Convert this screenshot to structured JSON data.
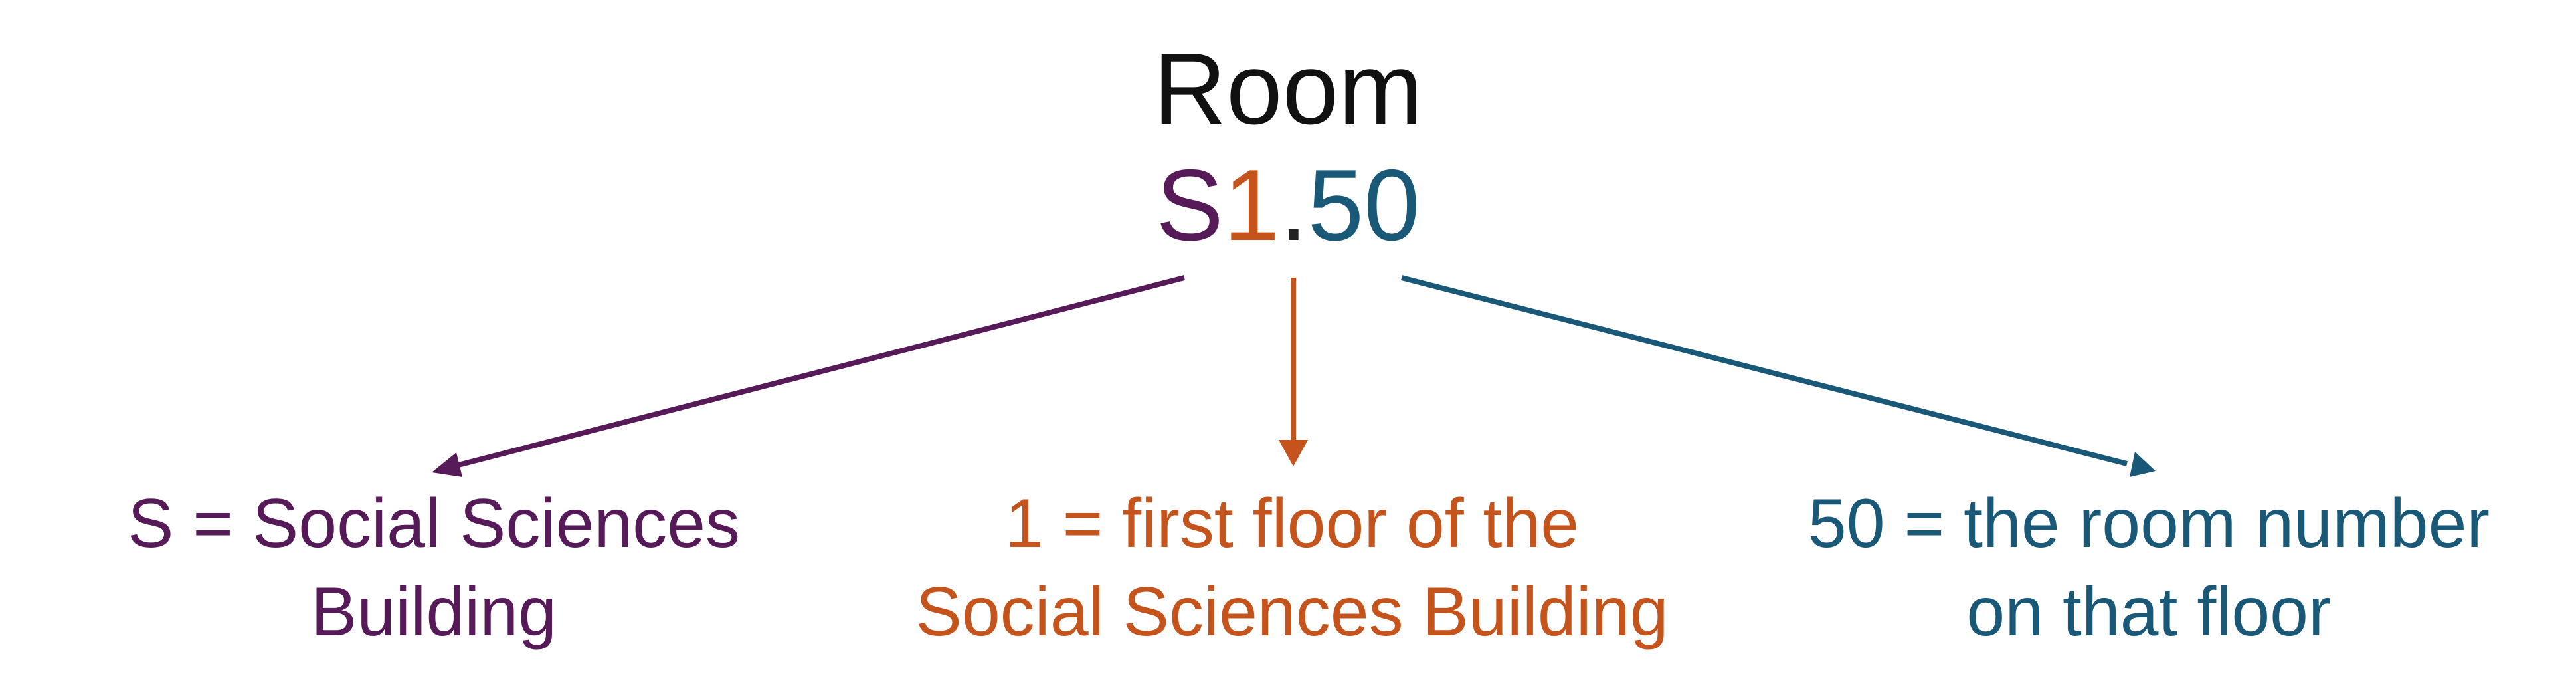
{
  "title": "Room",
  "code": {
    "building": "S",
    "floor": "1",
    "separator": ".",
    "room": "50"
  },
  "labels": {
    "building": {
      "line1": "S = Social Sciences",
      "line2": "Building"
    },
    "floor": {
      "line1": "1 = first floor of the",
      "line2": "Social Sciences Building"
    },
    "room": {
      "line1": "50 = the room number",
      "line2": "on that floor"
    }
  },
  "colors": {
    "title": "#111111",
    "building": "#551a57",
    "floor": "#c4541b",
    "room": "#195877",
    "separator": "#222222"
  }
}
